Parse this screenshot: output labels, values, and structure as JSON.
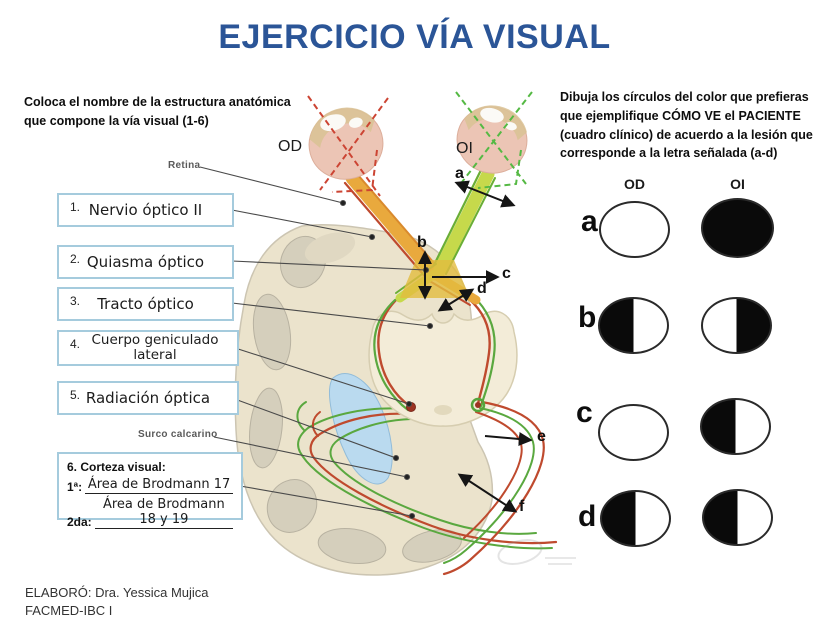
{
  "title": "EJERCICIO VÍA VISUAL",
  "left_panel": {
    "instruction": "Coloca el nombre de la estructura anatómica que compone la vía visual (1-6)",
    "boxes": [
      {
        "num": "1.",
        "answer": "Nervio óptico II"
      },
      {
        "num": "2.",
        "answer": "Quiasma óptico"
      },
      {
        "num": "3.",
        "answer": "Tracto óptico"
      },
      {
        "num": "4.",
        "answer": "Cuerpo geniculado lateral"
      },
      {
        "num": "5.",
        "answer": "Radiación óptica"
      }
    ],
    "box6": {
      "heading": "6. Corteza visual:",
      "line1_label": "1ª:",
      "line1_answer": "Área de Brodmann 17",
      "line2_label": "2da:",
      "line2_answer": "Área de Brodmann 18 y 19"
    }
  },
  "diagram": {
    "eye_right_label": "OD",
    "eye_left_label": "OI",
    "retina_label": "Retina",
    "surco_label": "Surco calcarino",
    "arrows": {
      "a": "a",
      "b": "b",
      "c": "c",
      "d": "d",
      "e": "e",
      "f": "f"
    }
  },
  "right_panel": {
    "instruction": "Dibuja los círculos del color que prefieras que ejemplifique CÓMO VE el PACIENTE (cuadro clínico) de acuerdo a la lesión que corresponde a la letra señalada (a-d)",
    "col_od": "OD",
    "col_oi": "OI",
    "rows": [
      {
        "letter": "a",
        "od": "none",
        "oi": "full"
      },
      {
        "letter": "b",
        "od": "left",
        "oi": "right"
      },
      {
        "letter": "c",
        "od": "none",
        "oi": "left"
      },
      {
        "letter": "d",
        "od": "left",
        "oi": "left"
      }
    ]
  },
  "footer": {
    "line1": "ELABORÓ: Dra. Yessica Mujica",
    "line2": "FACMED-IBC I"
  },
  "colors": {
    "title_blue": "#2b5597",
    "box_border": "#a5cbdd",
    "pathway_red": "#bf4a2e",
    "pathway_green": "#5aa83f",
    "nerve_orange": "#e9a93d",
    "nerve_yellow_green": "#c6d94b",
    "ventricle_blue": "#badaef",
    "brain_beige": "#ebe3cc",
    "field_black": "#0a0a0a"
  }
}
